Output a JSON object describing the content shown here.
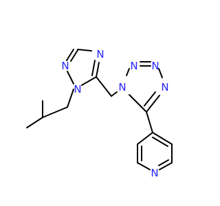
{
  "molecule": {
    "atom_color_nitrogen": "#2424ff",
    "bond_color": "#000000",
    "background": "#ffffff",
    "labels": {
      "n_triazole_1": "N",
      "n_triazole_2": "N",
      "n_triazole_4": "N",
      "n_tetrazole_1": "N",
      "n_tetrazole_2": "N",
      "n_tetrazole_3": "N",
      "n_tetrazole_4": "N",
      "n_pyridine": "N"
    }
  }
}
